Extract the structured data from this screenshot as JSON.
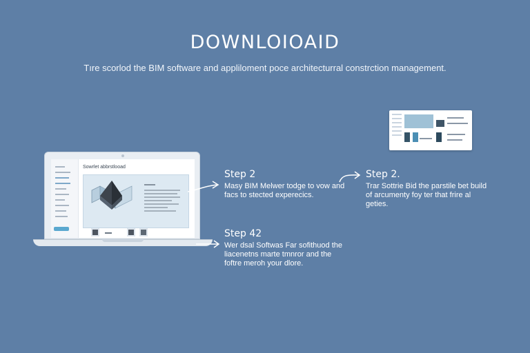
{
  "header": {
    "title": "DOWNLOIOAID",
    "subtitle": "Tıre scorlod the BIM software and appliloment  poce architecturral constrction management."
  },
  "laptop": {
    "app_title": "Sowrlet abbrstlooad"
  },
  "steps": [
    {
      "heading": "Step 2",
      "body": "Masy BIM Melwer todge to vow and facs to stected experecics."
    },
    {
      "heading": "Step 2.",
      "body": "Trar Sottrie Bid the parstile bet build of arcumenty foy ter that frire al geties."
    },
    {
      "heading": "Step 42",
      "body": "Wer dsal Softwas Far sofithuod the liacenetns marte tmnror and the foftre meroh your dlore."
    }
  ],
  "colors": {
    "background": "#5e7fa6",
    "text": "#ffffff",
    "accent": "#5aa8cf",
    "panel": "#dde9f2"
  },
  "icons": [
    "arrow-right-icon",
    "building-model-icon"
  ]
}
